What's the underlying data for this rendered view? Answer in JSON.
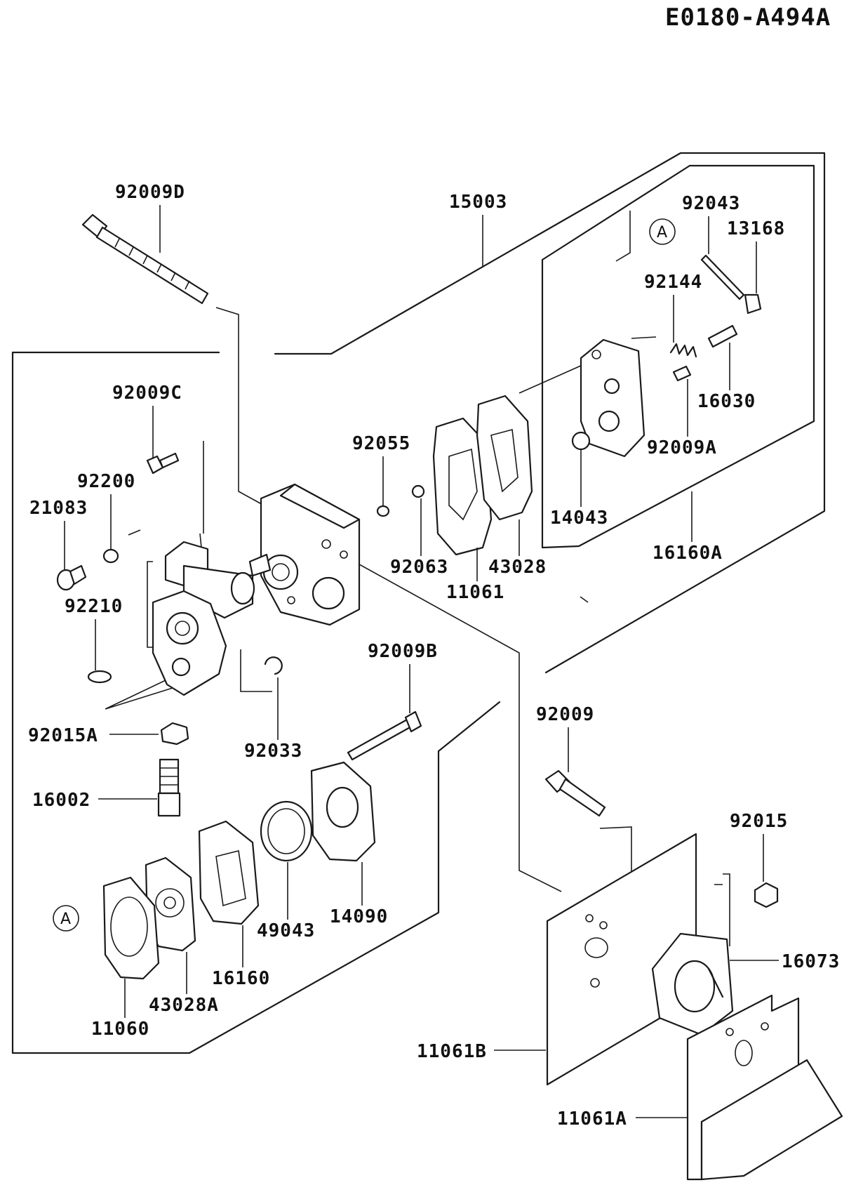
{
  "diagram_code": "E0180-A494A",
  "reference_marker": "A",
  "parts": {
    "p92009D": "92009D",
    "p15003": "15003",
    "p92043": "92043",
    "p13168": "13168",
    "p92144": "92144",
    "p16030": "16030",
    "p92009A": "92009A",
    "p14043": "14043",
    "p16160A": "16160A",
    "p92009C": "92009C",
    "p92200": "92200",
    "p21083": "21083",
    "p92210": "92210",
    "p92055": "92055",
    "p92063": "92063",
    "p43028": "43028",
    "p11061": "11061",
    "p92015A": "92015A",
    "p92033": "92033",
    "p16002": "16002",
    "p92009B": "92009B",
    "p14090": "14090",
    "p49043": "49043",
    "p16160": "16160",
    "p43028A": "43028A",
    "p11060": "11060",
    "p92009": "92009",
    "p92015": "92015",
    "p16073": "16073",
    "p11061B": "11061B",
    "p11061A": "11061A"
  }
}
